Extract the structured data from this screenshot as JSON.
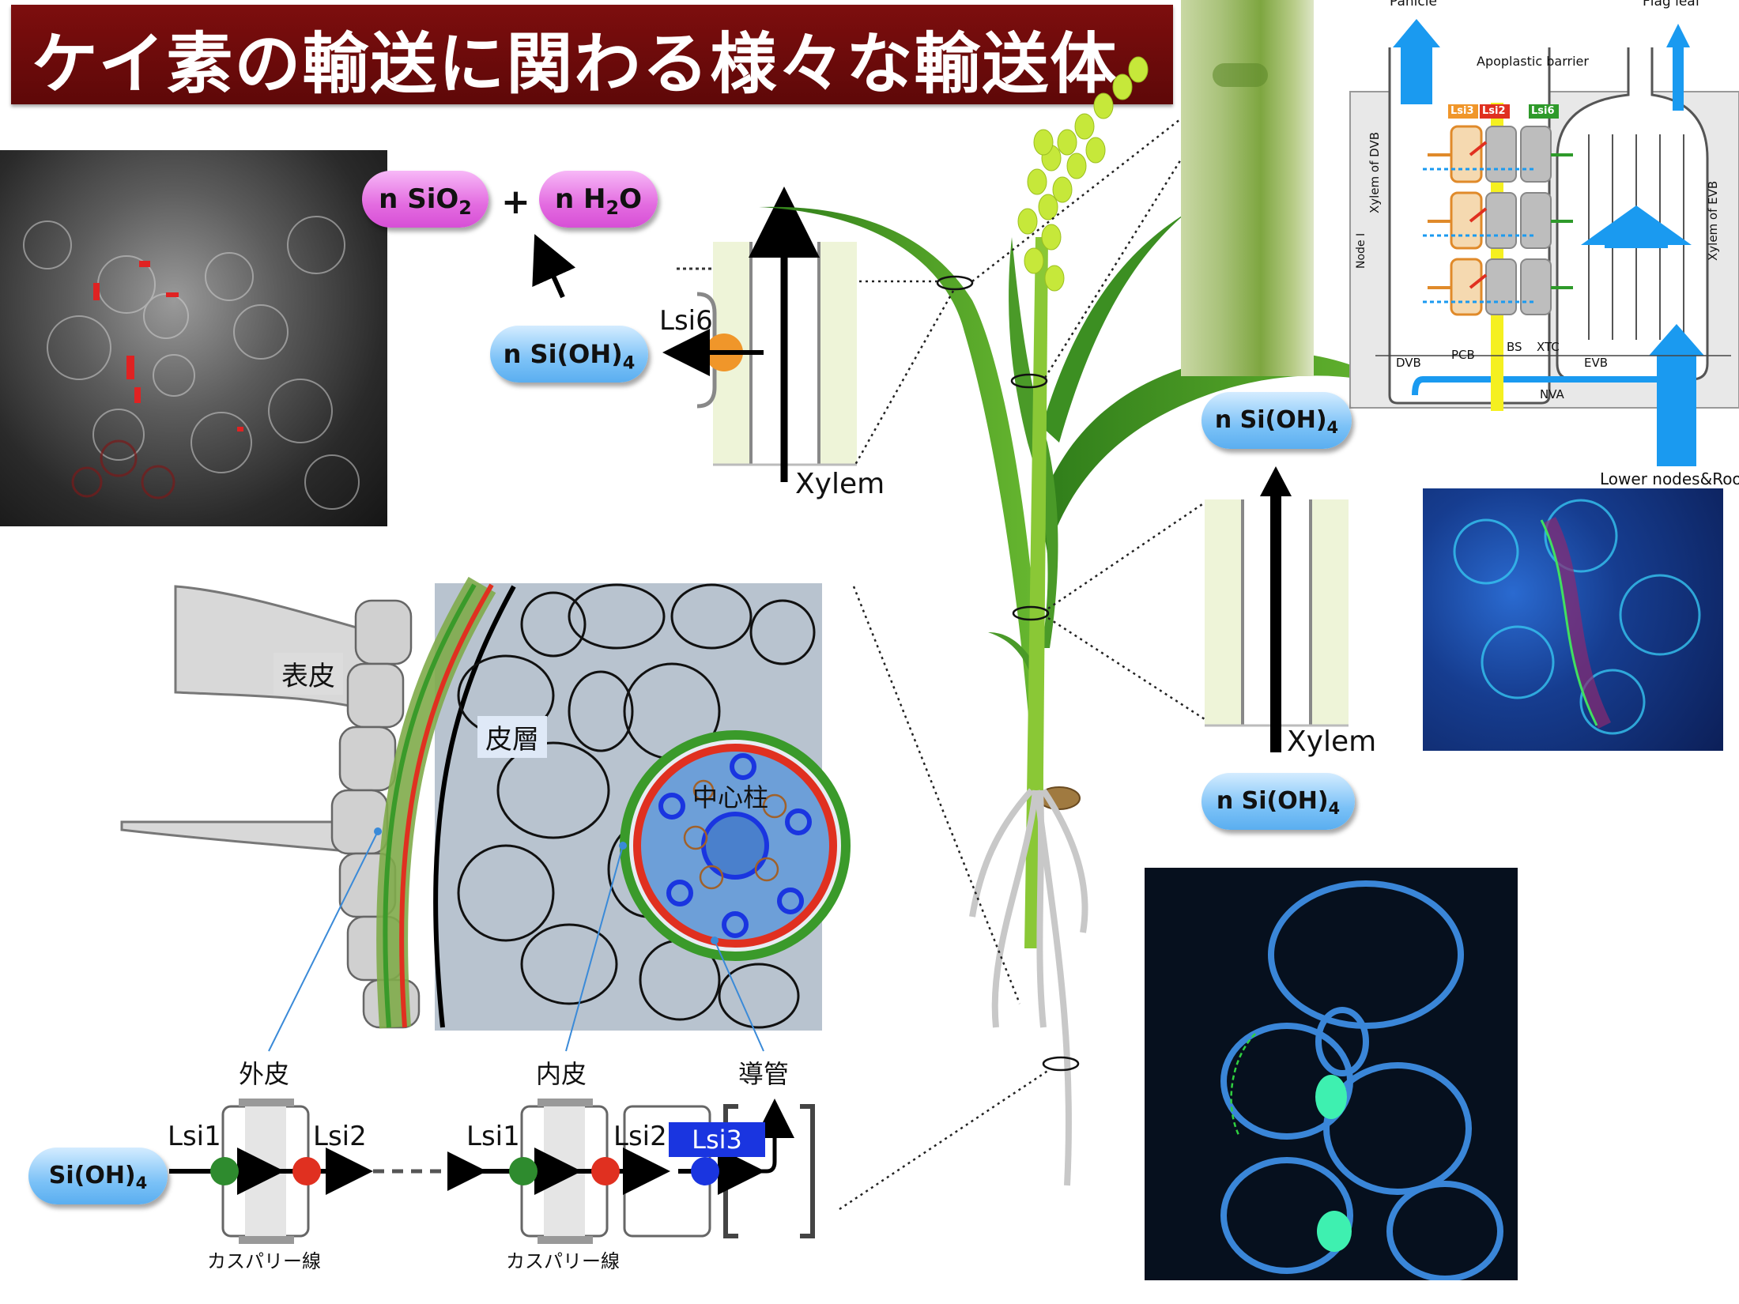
{
  "title": "ケイ素の輸送に関わる様々な輸送体",
  "formula": {
    "sio2_n": "n SiO",
    "sio2_sub": "2",
    "plus": "+",
    "h2o_n": "n H",
    "h2o_sub": "2",
    "h2o_o": "O",
    "sioh4_top_n": "n Si(OH)",
    "sioh4_top_sub": "4"
  },
  "node_diagram": {
    "lsi6": "Lsi6",
    "xylem": "Xylem"
  },
  "right_transport": {
    "top_n": "n Si(OH)",
    "top_sub": "4",
    "bottom_n": "n Si(OH)",
    "bottom_sub": "4",
    "xylem": "Xylem"
  },
  "root": {
    "epidermis": "表皮",
    "cortex": "皮層",
    "stele": "中心柱",
    "exodermis": "外皮",
    "endodermis": "内皮",
    "vessel": "導管",
    "casparian1": "カスパリー線",
    "casparian2": "カスパリー線",
    "lsi1_a": "Lsi1",
    "lsi2_a": "Lsi2",
    "lsi1_b": "Lsi1",
    "lsi2_b": "Lsi2",
    "lsi3": "Lsi3",
    "sioh4_n": "Si(OH)",
    "sioh4_sub": "4"
  },
  "node_schematic": {
    "panicle": "Panicle",
    "flag_leaf": "Flag leaf",
    "apoplastic_barrier": "Apoplastic barrier",
    "lsi3": "Lsi3",
    "lsi2": "Lsi2",
    "lsi6": "Lsi6",
    "xylem_dvb": "Xylem of DVB",
    "xylem_evb": "Xylem of EVB",
    "node_i": "Node I",
    "dvb": "DVB",
    "pcb": "PCB",
    "bs": "BS",
    "xtc": "XTC",
    "evb": "EVB",
    "nva": "NVA",
    "lower": "Lower nodes&Roots"
  },
  "colors": {
    "title_bg": "#6e0b0b",
    "pink_pill": "#e06be0",
    "blue_pill": "#6ab8f3",
    "lsi1_green": "#2e8b2e",
    "lsi2_red": "#e03020",
    "lsi3_blue": "#1a35e0",
    "lsi6_orange": "#f0962a",
    "arrow_blue": "#1a9af0"
  }
}
